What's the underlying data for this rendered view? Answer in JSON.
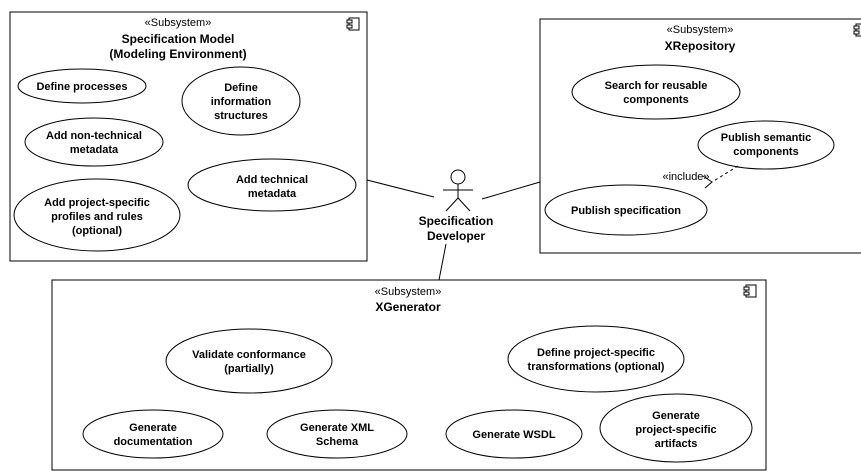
{
  "subsystems": {
    "spec_model": {
      "stereotype": "«Subsystem»",
      "name_line1": "Specification Model",
      "name_line2": "(Modeling Environment)"
    },
    "xrepository": {
      "stereotype": "«Subsystem»",
      "name_line1": "XRepository"
    },
    "xgenerator": {
      "stereotype": "«Subsystem»",
      "name_line1": "XGenerator"
    }
  },
  "use_cases": {
    "define_processes": [
      "Define processes"
    ],
    "define_info": [
      "Define",
      "information",
      "structures"
    ],
    "add_nontech": [
      "Add non-technical",
      "metadata"
    ],
    "add_tech": [
      "Add technical",
      "metadata"
    ],
    "add_profiles": [
      "Add project-specific",
      "profiles and rules",
      "(optional)"
    ],
    "search_reusable": [
      "Search for reusable",
      "components"
    ],
    "publish_semantic": [
      "Publish semantic",
      "components"
    ],
    "publish_spec": [
      "Publish specification"
    ],
    "validate": [
      "Validate conformance",
      "(partially)"
    ],
    "define_transform": [
      "Define project-specific",
      "transformations (optional)"
    ],
    "gen_doc": [
      "Generate",
      "documentation"
    ],
    "gen_xsd": [
      "Generate XML",
      "Schema"
    ],
    "gen_wsdl": [
      "Generate WSDL"
    ],
    "gen_artifacts": [
      "Generate",
      "project-specific",
      "artifacts"
    ]
  },
  "actor": {
    "name_line1": "Specification",
    "name_line2": "Developer"
  },
  "relationships": {
    "include_label": "«include»"
  }
}
